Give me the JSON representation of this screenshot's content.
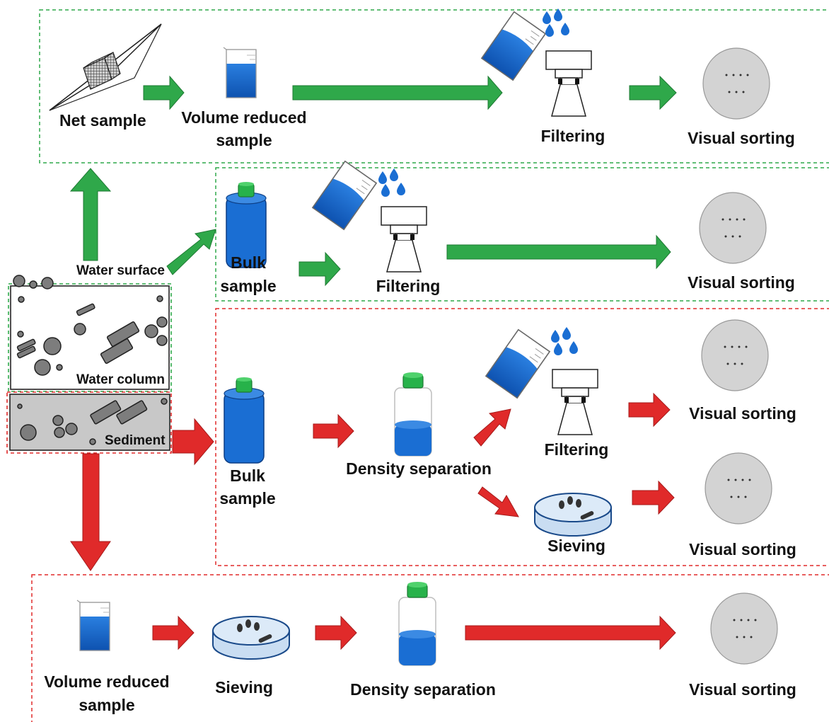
{
  "colors": {
    "green": "#2fa84a",
    "red": "#e02a2a",
    "blue": "#1a6ed3",
    "dark_blue": "#0d3f86",
    "cap_green": "#27b24a",
    "particle_gray": "#7d7d7d",
    "sediment_gray": "#c8c8c8",
    "dish_light_blue": "#c9ddf2",
    "plate_gray": "#d3d3d3"
  },
  "icons": [
    "net-icon",
    "beaker-icon",
    "pouring-beaker-icon",
    "water-drops-icon",
    "filter-funnel-icon",
    "sample-bottle-icon",
    "density-jar-icon",
    "sieve-dish-icon",
    "sorting-plate-icon",
    "arrow-icon"
  ],
  "source": {
    "water_surface": "Water surface",
    "water_column": "Water column",
    "sediment": "Sediment"
  },
  "row1": {
    "net_sample": "Net sample",
    "volume_reduced_line1": "Volume reduced",
    "volume_reduced_line2": "sample",
    "filtering": "Filtering",
    "visual_sorting": "Visual sorting"
  },
  "row2": {
    "bulk_line1": "Bulk",
    "bulk_line2": "sample",
    "filtering": "Filtering",
    "visual_sorting": "Visual sorting"
  },
  "row3": {
    "bulk_line1": "Bulk",
    "bulk_line2": "sample",
    "density_separation": "Density separation",
    "filtering": "Filtering",
    "visual_sorting_top": "Visual sorting",
    "sieving": "Sieving",
    "visual_sorting_bottom": "Visual sorting"
  },
  "row4": {
    "volume_reduced_line1": "Volume reduced",
    "volume_reduced_line2": "sample",
    "sieving": "Sieving",
    "density_separation": "Density separation",
    "visual_sorting": "Visual sorting"
  }
}
